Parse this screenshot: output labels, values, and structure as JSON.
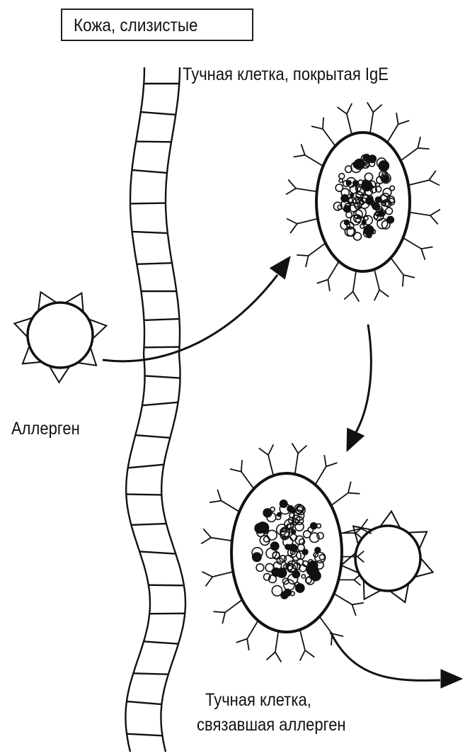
{
  "labels": {
    "skin": "Кожа, слизистые",
    "mast_cell_ige": "Тучная клетка, покрытая IgE",
    "allergen": "Аллерген",
    "mast_cell_bound_1": "Тучная клетка,",
    "mast_cell_bound_2": "связавшая аллерген"
  },
  "colors": {
    "ink": "#111111",
    "background": "#ffffff"
  }
}
